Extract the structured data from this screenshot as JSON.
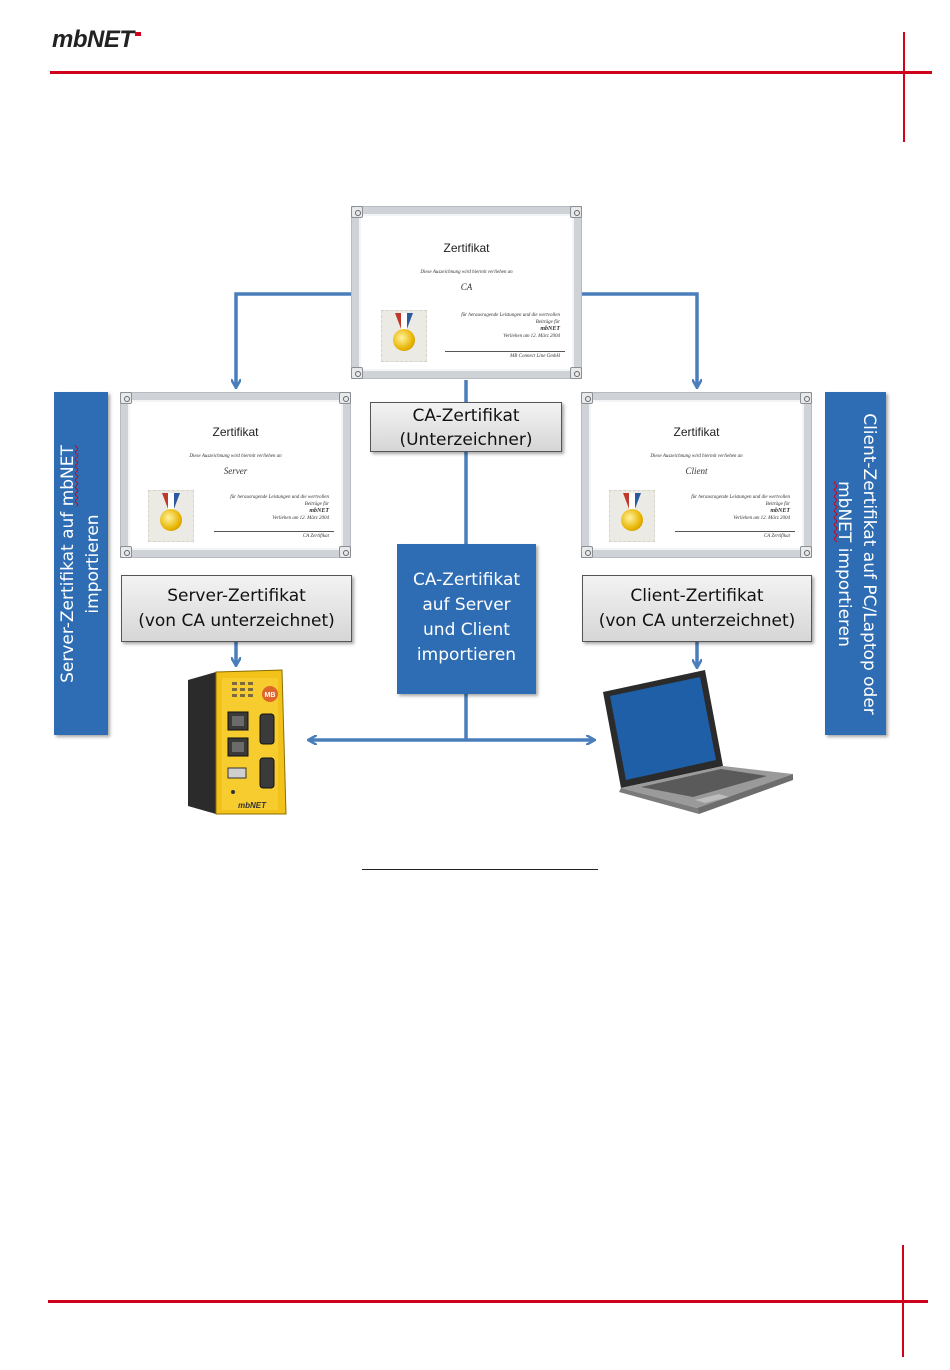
{
  "header": {
    "logo_text": "mbNET"
  },
  "certificates": {
    "top": {
      "title": "Zertifikat",
      "subtitle": "Diese Auszeichnung wird hiermit verliehen an",
      "name": "CA",
      "line1": "für herausragende Leistungen und die wertvollen",
      "line2": "Beiträge für",
      "brand": "mbNET",
      "date": "Verliehen am 12. März 2004",
      "issuer": "MB Connect Line GmbH"
    },
    "left": {
      "title": "Zertifikat",
      "subtitle": "Diese Auszeichnung wird hiermit verliehen an",
      "name": "Server",
      "line1": "für herausragende Leistungen und die wertvollen",
      "line2": "Beiträge für",
      "brand": "mbNET",
      "date": "Verliehen am 12. März 2004",
      "issuer": "CA Zertifikat"
    },
    "right": {
      "title": "Zertifikat",
      "subtitle": "Diese Auszeichnung wird hiermit verliehen an",
      "name": "Client",
      "line1": "für herausragende Leistungen und die wertvollen",
      "line2": "Beiträge für",
      "brand": "mbNET",
      "date": "Verliehen am 12. März 2004",
      "issuer": "CA Zertifikat"
    }
  },
  "labels": {
    "ca_cert": {
      "line1": "CA-Zertifikat",
      "line2": "(Unterzeichner)"
    },
    "server_cert": {
      "line1": "Server-Zertifikat",
      "line2": "(von CA unterzeichnet)"
    },
    "client_cert": {
      "line1": "Client-Zertifikat",
      "line2": "(von CA unterzeichnet)"
    },
    "ca_import": {
      "line1": "CA-Zertifikat",
      "line2": "auf Server",
      "line3": "und Client",
      "line4": "importieren"
    },
    "left_vertical": {
      "line1a": "Server-Zertifikat auf ",
      "line1b": "mbNET",
      "line2": "importieren"
    },
    "right_vertical": {
      "line1": "Client-Zertifikat auf  PC/Laptop oder",
      "line2a": "mbNET",
      "line2b": " importieren"
    }
  },
  "device": {
    "brand": "mbNET",
    "badge": "MB"
  },
  "colors": {
    "accent_red": "#d0021b",
    "box_blue": "#2e6db4",
    "arrow_blue": "#4a7ebb",
    "device_yellow": "#f2c21b"
  }
}
